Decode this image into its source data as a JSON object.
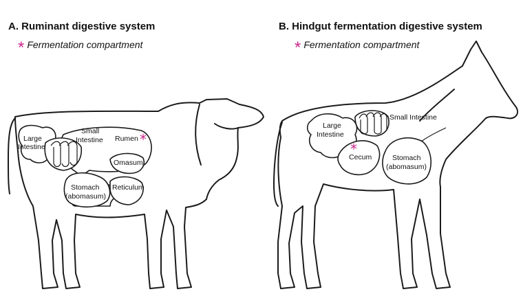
{
  "panel_a": {
    "title": "A. Ruminant digestive system",
    "legend": "Fermentation compartment",
    "labels": {
      "large_intestine_1": "Large",
      "large_intestine_2": "Intestine",
      "small_intestine_1": "Small",
      "small_intestine_2": "Intestine",
      "rumen": "Rumen",
      "omasum": "Omasum",
      "reticulum": "Reticulum",
      "stomach_1": "Stomach",
      "stomach_2": "(abomasum)"
    }
  },
  "panel_b": {
    "title": "B. Hindgut fermentation digestive system",
    "legend": "Fermentation compartment",
    "labels": {
      "large_intestine_1": "Large",
      "large_intestine_2": "Intestine",
      "small_intestine": "Small Intestine",
      "cecum": "Cecum",
      "stomach_1": "Stomach",
      "stomach_2": "(abomasum)"
    }
  },
  "marker": {
    "symbol": "*",
    "color": "#c8288c"
  }
}
